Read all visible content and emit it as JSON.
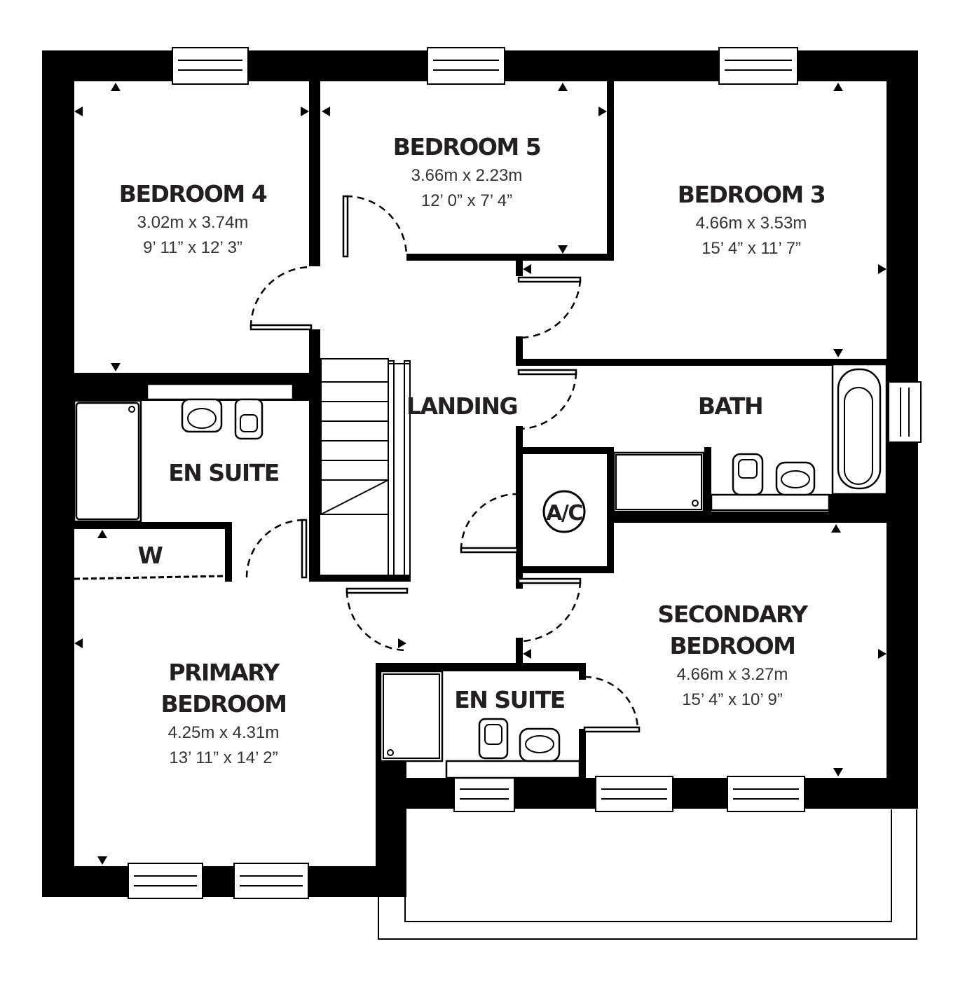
{
  "rooms": {
    "bedroom4": {
      "name": "BEDROOM 4",
      "metric": "3.02m x 3.74m",
      "imperial": "9’ 11” x 12’ 3”"
    },
    "bedroom5": {
      "name": "BEDROOM 5",
      "metric": "3.66m x 2.23m",
      "imperial": "12’ 0” x 7’ 4”"
    },
    "bedroom3": {
      "name": "BEDROOM 3",
      "metric": "4.66m x 3.53m",
      "imperial": "15’ 4” x 11’ 7”"
    },
    "ensuite_top": {
      "name": "EN SUITE"
    },
    "landing": {
      "name": "LANDING"
    },
    "bath": {
      "name": "BATH"
    },
    "ac": {
      "name": "A/C"
    },
    "wardrobe": {
      "name": "W"
    },
    "secondary": {
      "name_line1": "SECONDARY",
      "name_line2": "BEDROOM",
      "metric": "4.66m x 3.27m",
      "imperial": "15’ 4” x 10’ 9”"
    },
    "primary": {
      "name_line1": "PRIMARY",
      "name_line2": "BEDROOM",
      "metric": "4.25m x 4.31m",
      "imperial": "13’ 11” x 14’ 2”"
    },
    "ensuite_bottom": {
      "name": "EN SUITE"
    }
  }
}
